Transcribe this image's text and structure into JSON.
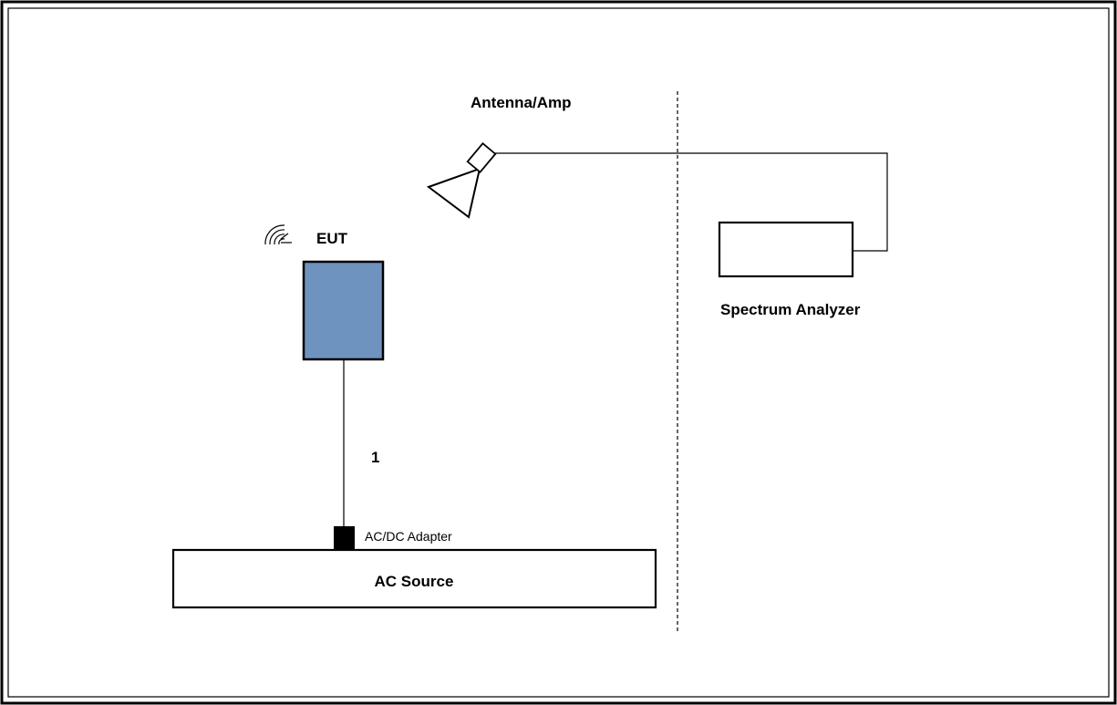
{
  "diagram": {
    "labels": {
      "antenna_amp": "Antenna/Amp",
      "eut": "EUT",
      "spectrum_analyzer": "Spectrum Analyzer",
      "cable_number": "1",
      "ac_dc_adapter": "AC/DC Adapter",
      "ac_source": "AC Source"
    },
    "colors": {
      "eut_fill": "#6f93bf",
      "line": "#000000",
      "adapter_fill": "#000000",
      "background": "#ffffff"
    },
    "icons": [
      "wireless-signal-icon",
      "horn-antenna-icon"
    ]
  }
}
